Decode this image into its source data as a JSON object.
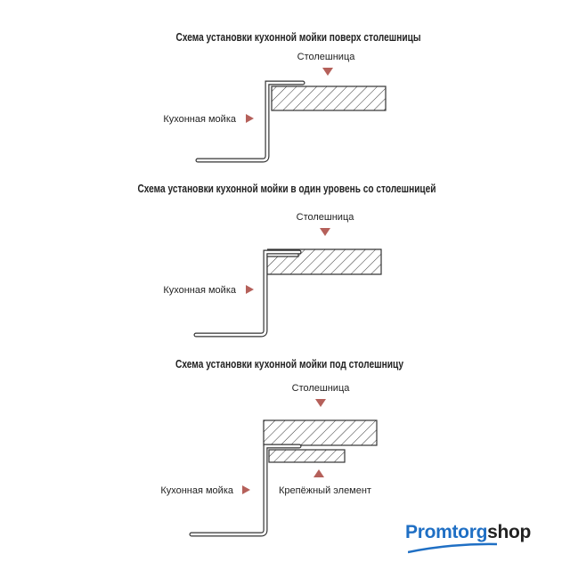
{
  "diagrams": [
    {
      "title": "Схема установки кухонной мойки поверх столешницы",
      "countertop_label": "Столешница",
      "sink_label": "Кухонная мойка"
    },
    {
      "title": "Схема установки кухонной мойки в один уровень со столешницей",
      "countertop_label": "Столешница",
      "sink_label": "Кухонная мойка"
    },
    {
      "title": "Схема установки кухонной мойки под столешницу",
      "countertop_label": "Столешница",
      "sink_label": "Кухонная мойка",
      "fastener_label": "Крепёжный элемент"
    }
  ],
  "logo": {
    "part1": "Promtorg",
    "part2": "shop"
  },
  "colors": {
    "arrow": "#b5605a",
    "brand_blue": "#1f6fc4"
  }
}
